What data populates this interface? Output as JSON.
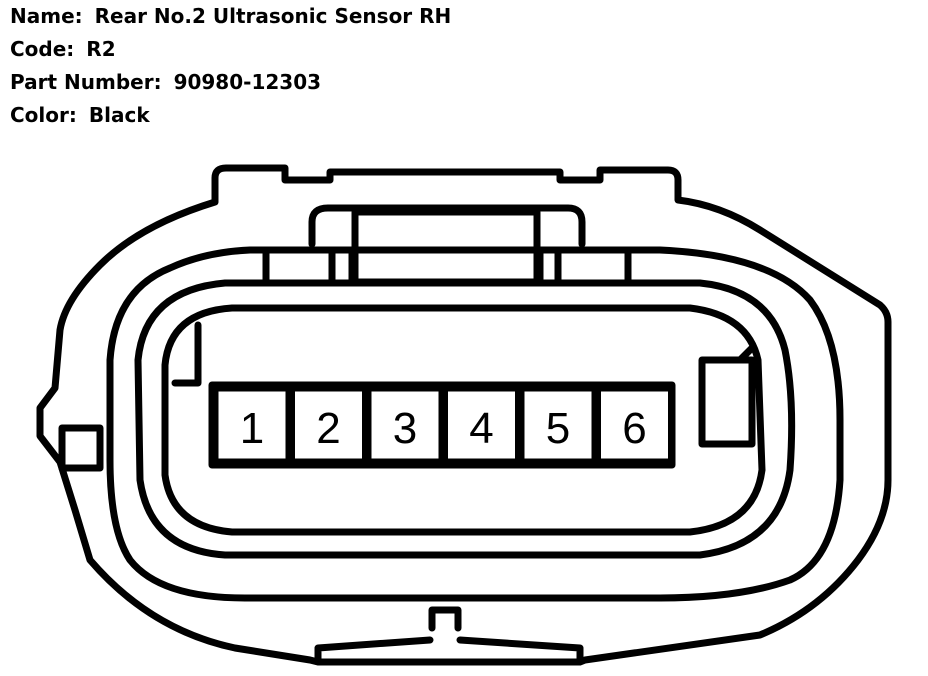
{
  "info": {
    "name_label": "Name:",
    "name_value": "Rear No.2 Ultrasonic Sensor RH",
    "code_label": "Code:",
    "code_value": "R2",
    "part_label": "Part Number:",
    "part_value": "90980-12303",
    "color_label": "Color:",
    "color_value": "Black"
  },
  "connector": {
    "pins": [
      "1",
      "2",
      "3",
      "4",
      "5",
      "6"
    ]
  },
  "colors": {
    "line": "#000000",
    "background": "#ffffff"
  }
}
